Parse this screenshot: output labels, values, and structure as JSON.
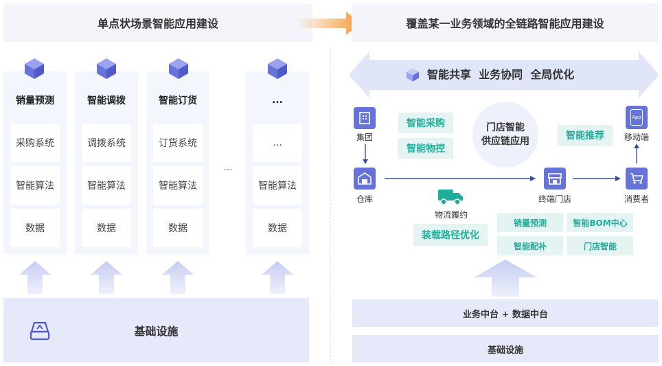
{
  "left": {
    "header": "单点状场景智能应用建设",
    "columns": [
      {
        "title": "销量预测",
        "cells": [
          "采购系统",
          "智能算法",
          "数据"
        ]
      },
      {
        "title": "智能调拨",
        "cells": [
          "调拨系统",
          "智能算法",
          "数据"
        ]
      },
      {
        "title": "智能订货",
        "cells": [
          "订货系统",
          "智能算法",
          "数据"
        ]
      },
      {
        "title": "...",
        "cells": [
          "...",
          "智能算法",
          "数据"
        ]
      }
    ],
    "gap_ellipsis": "...",
    "base": "基础设施"
  },
  "right": {
    "header": "覆盖某一业务领域的全链路智能应用建设",
    "banner": "智能共享  业务协同  全局优化",
    "nodes": {
      "group": "集团",
      "warehouse": "仓库",
      "store": "终端门店",
      "consumer": "消费者",
      "mobile": "移动端",
      "logistics": "物流履约",
      "app_badge": "App"
    },
    "tags": {
      "purchase": "智能采购",
      "control": "智能物控",
      "recommend": "智能推荐",
      "route": "装载路径优化"
    },
    "circle": "门店智能\n供应链应用",
    "store_apps": [
      "销量预测",
      "智能BOM中心",
      "智能配补",
      "门店智能"
    ],
    "middle_platform": "业务中台 + 数据中台",
    "base": "基础设施"
  },
  "colors": {
    "accent_purple": "#6673d8",
    "accent_teal": "#1fae9c",
    "arrow_orange": "#f29a38",
    "band_light": "#e6e9f9"
  }
}
